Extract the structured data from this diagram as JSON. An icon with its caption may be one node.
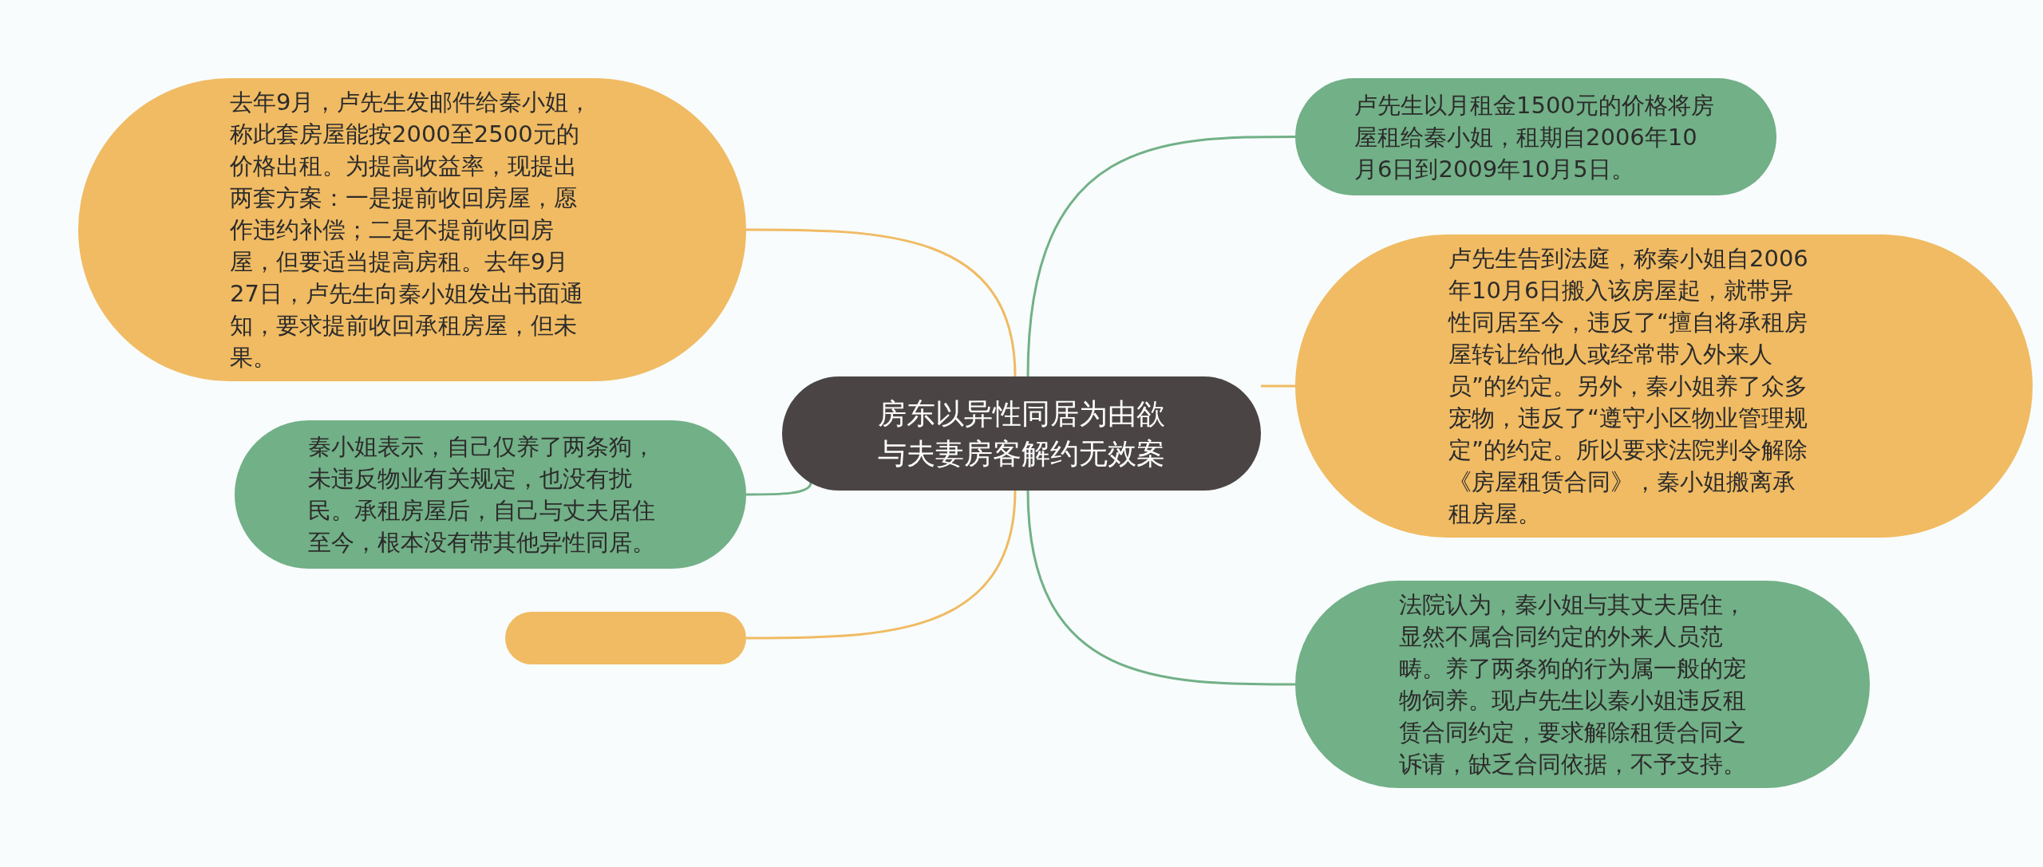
{
  "diagram": {
    "nodes": [
      {
        "text": [
          "房东以异性同居为由欲与夫妻房客解约无效案"
        ]
      },
      {
        "text": [
          "去年9月，卢先生发邮件给秦小姐，称此套房屋能按2000至2500元的价格出租。为提高收益率，现提出两套方案：一是提前收回房屋，愿作违约补偿；二是不提前收回房屋，但要适当提高房租。去年9月27日，卢先生向秦小姐发出书面通知，要求提前收回承租房屋，但未果。"
        ]
      },
      {
        "text": [
          "秦小姐表示，自己仅养了两条狗，未违反物业有关规定，也没有扰民。承租房屋后，自己与丈夫居住至今，根本没有带其他异性同居。"
        ]
      },
      {
        "text": [],
        "shape": "box"
      },
      {
        "text": [
          "卢先生以月租金1500元的价格将房屋租给秦小姐，租期自2006年10月6日到2009年10月5日。"
        ]
      },
      {
        "text": [
          "卢先生告到法庭，称秦小姐自2006年10月6日搬入该房屋起，就带异性同居至今，违反了“擅自将承租房屋转让给他人或经常带入外来人员”的约定。另外，秦小姐养了众多宠物，违反了“遵守小区物业管理规定”的约定。所以要求法院判令解除《房屋租赁合同》，秦小姐搬离承租房屋。"
        ]
      },
      {
        "text": [
          "法院认为，秦小姐与其丈夫居住，显然不属合同约定的外来人员范畴。养了两条狗的行为属一般的宠物饲养。现卢先生以秦小姐违反租赁合同约定，要求解除租赁合同之诉请，缺乏合同依据，不予支持。"
        ]
      }
    ],
    "edges": [
      {
        "from": 0,
        "to": 1,
        "arrow": "none",
        "color": "#f0bb63"
      },
      {
        "from": 0,
        "to": 2,
        "arrow": "none",
        "color": "#72b087"
      },
      {
        "from": 0,
        "to": 3,
        "arrow": "none",
        "color": "#f0bb63"
      },
      {
        "from": 0,
        "to": 4,
        "arrow": "none",
        "color": "#72b087"
      },
      {
        "from": 0,
        "to": 5,
        "arrow": "none",
        "color": "#f0bb63"
      },
      {
        "from": 0,
        "to": 6,
        "arrow": "none",
        "color": "#72b087"
      }
    ]
  }
}
